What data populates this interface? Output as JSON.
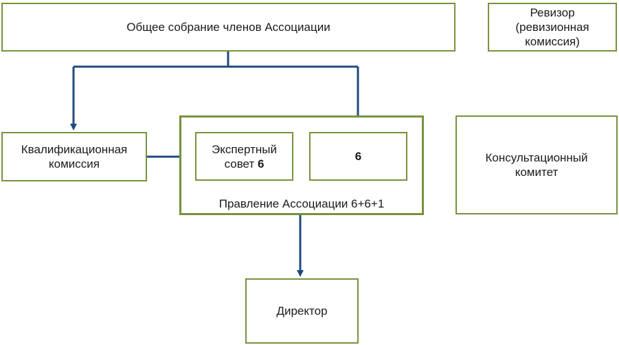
{
  "nodes": {
    "general_meeting": {
      "label": "Общее собрание членов Ассоциации"
    },
    "auditor": {
      "line1": "Ревизор",
      "line2": "(ревизионная",
      "line3": "комиссия)"
    },
    "qualification": {
      "line1": "Квалификационная",
      "line2": "комиссия"
    },
    "board": {
      "label": "Правление Ассоциации 6+6+1"
    },
    "expert_council": {
      "line1": "Экспертный",
      "line2_text": "совет ",
      "line2_bold": "6"
    },
    "board_member_group": {
      "label": "6"
    },
    "consultative": {
      "line1": "Консультационный",
      "line2": "комитет"
    },
    "director": {
      "label": "Директор"
    }
  },
  "colors": {
    "box_border": "#76923c",
    "arrow": "#1f497d",
    "text": "#1a1a1a"
  }
}
